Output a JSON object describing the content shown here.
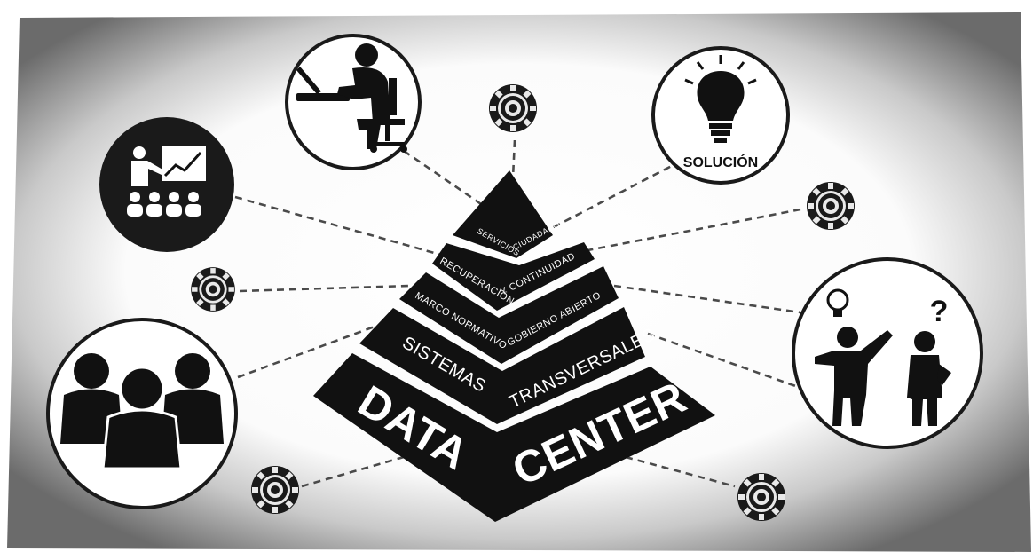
{
  "diagram": {
    "pyramid": {
      "layers": [
        {
          "id": "l1",
          "left": "SERVICIOS",
          "right": "CIUDADANOS"
        },
        {
          "id": "l2",
          "left": "RECUPERACIÓN",
          "right": "Y CONTINUIDAD"
        },
        {
          "id": "l3",
          "left": "MARCO NORMATIVO",
          "right": "GOBIERNO ABIERTO"
        },
        {
          "id": "l4",
          "left": "SISTEMAS",
          "right": "TRANSVERSALES"
        },
        {
          "id": "l5",
          "left": "DATA",
          "right": "CENTER"
        }
      ]
    },
    "nodes": {
      "person_at_computer": {
        "icon": "person-at-computer-icon"
      },
      "presentation": {
        "icon": "presentation-icon"
      },
      "solution": {
        "icon": "lightbulb-icon",
        "label": "SOLUCIÓN"
      },
      "group": {
        "icon": "group-of-people-icon"
      },
      "question": {
        "icon": "people-idea-question-icon"
      },
      "gears": {
        "icon": "gear-icon",
        "count": 5
      }
    },
    "colors": {
      "fill": "#111111",
      "text": "#ffffff",
      "background": "#ffffff",
      "vignette": "#6b6b6b"
    }
  }
}
